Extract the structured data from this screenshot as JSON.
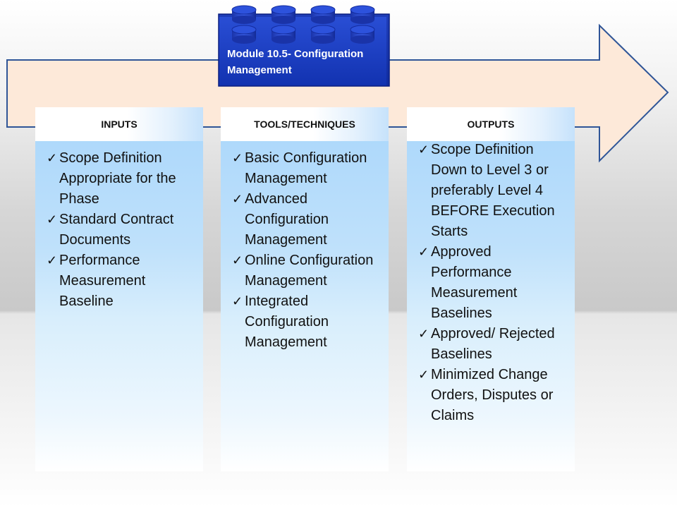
{
  "title": "Module 10.5- Configuration Management",
  "colors": {
    "arrow_fill": "#fde9d9",
    "arrow_stroke": "#2f5597",
    "brick_fill": "#1f3fbf",
    "brick_dark": "#10238a",
    "column_top": "#a9d6fb",
    "column_bottom": "#ffffff"
  },
  "check_glyph": "✓",
  "columns": [
    {
      "heading": "INPUTS",
      "items": [
        "Scope Definition Appropriate for the Phase",
        "Standard Contract Documents",
        "Performance Measurement Baseline"
      ]
    },
    {
      "heading": "TOOLS/TECHNIQUES",
      "items": [
        "Basic Configuration Management",
        "Advanced Configuration Management",
        "Online Configuration Management",
        "Integrated Configuration Management"
      ]
    },
    {
      "heading": "OUTPUTS",
      "items": [
        "Scope Definition Down to Level 3  or preferably Level 4 BEFORE Execution Starts",
        "Approved Performance Measurement Baselines",
        "Approved/ Rejected Baselines",
        "Minimized Change Orders, Disputes or Claims"
      ]
    }
  ]
}
